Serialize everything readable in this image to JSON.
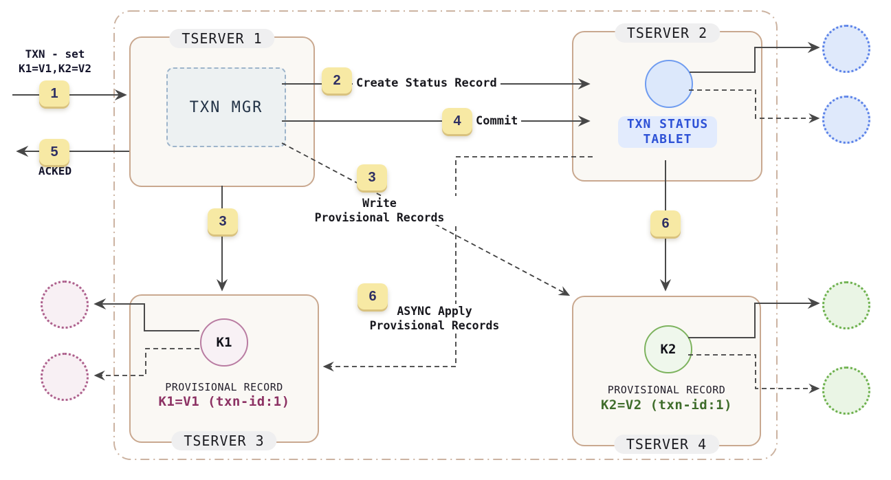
{
  "diagram": {
    "client_flow": {
      "request": {
        "badge": "1",
        "label_line1": "TXN - set",
        "label_line2": "K1=V1,K2=V2"
      },
      "ack": {
        "badge": "5",
        "label": "ACKED"
      }
    },
    "steps": {
      "create_status_record": {
        "badge": "2",
        "label": "Create Status Record"
      },
      "commit": {
        "badge": "4",
        "label": "Commit"
      },
      "write_provisional_tserver3": {
        "badge": "3"
      },
      "write_provisional_note": {
        "badge": "3",
        "label_line1": "Write",
        "label_line2": "Provisional Records"
      },
      "apply_tserver4": {
        "badge": "6"
      },
      "async_apply_note": {
        "badge": "6",
        "label_line1": "ASYNC Apply",
        "label_line2": "Provisional Records"
      }
    },
    "tserver1": {
      "title": "TSERVER 1",
      "txn_mgr": "TXN MGR"
    },
    "tserver2": {
      "title": "TSERVER 2",
      "tablet_label_line1": "TXN STATUS",
      "tablet_label_line2": "TABLET"
    },
    "tserver3": {
      "title": "TSERVER 3",
      "key": "K1",
      "record_title": "PROVISIONAL RECORD",
      "record_value": "K1=V1 (txn-id:1)"
    },
    "tserver4": {
      "title": "TSERVER 4",
      "key": "K2",
      "record_title": "PROVISIONAL RECORD",
      "record_value": "K2=V2 (txn-id:1)"
    },
    "colors": {
      "badge_bg": "#f7e9a4",
      "badge_text": "#2e2f63",
      "cluster_border": "#ccb3a1",
      "tserver_border": "#c9a88f",
      "tserver_bg": "#faf8f4",
      "txn_mgr_bg": "#edf1f2",
      "txn_mgr_border": "#9db4ca",
      "status_tablet_text": "#2e52d6",
      "status_tablet_bg": "#e2ebfd",
      "k1_accent": "#8c3163",
      "k2_accent": "#3f6d2b",
      "blue_tablet_border": "#6f9cf0",
      "pink_tablet_border": "#ad5f8c",
      "green_tablet_border": "#6cb04c",
      "line_color": "#474747"
    }
  }
}
